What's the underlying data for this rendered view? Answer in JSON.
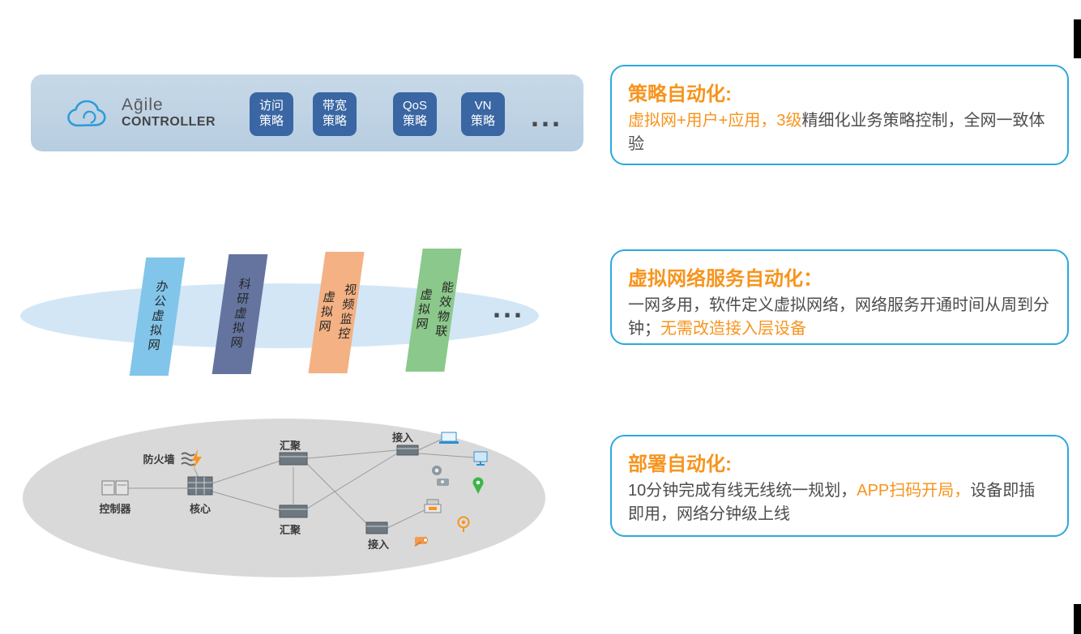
{
  "controller_bar": {
    "logo": {
      "line1": "Aḡile",
      "line2": "CONTROLLER"
    },
    "policies": [
      {
        "line1": "访问",
        "line2": "策略"
      },
      {
        "line1": "带宽",
        "line2": "策略"
      },
      {
        "line1": "QoS",
        "line2": "策略"
      },
      {
        "line1": "VN",
        "line2": "策略"
      }
    ],
    "ellipsis": "...",
    "colors": {
      "bar_bg": "#bfd3e4",
      "tile_bg": "#3a66a3",
      "tile_text": "#ffffff"
    }
  },
  "virtual_network_layer": {
    "planes": [
      {
        "name": "办公虚拟网",
        "columns": [
          "办公虚拟网"
        ],
        "color": "#82c5ea"
      },
      {
        "name": "科研虚拟网",
        "columns": [
          "科研虚拟网"
        ],
        "color": "#64749f"
      },
      {
        "name": "视频监控虚拟网",
        "columns": [
          "视频监控",
          "虚拟网"
        ],
        "color": "#f4b183"
      },
      {
        "name": "能效物联虚拟网",
        "columns": [
          "能效物联",
          "虚拟网"
        ],
        "color": "#8bc88b"
      }
    ],
    "ellipsis": "...",
    "colors": {
      "ellipse_bg": "#d2e6f6"
    }
  },
  "physical_network_layer": {
    "nodes": [
      {
        "label": "控制器"
      },
      {
        "label": "核心"
      },
      {
        "label": "防火墙"
      },
      {
        "label": "汇聚"
      },
      {
        "label": "汇聚"
      },
      {
        "label": "接入"
      },
      {
        "label": "接入"
      }
    ],
    "icons": [
      "controller-icon",
      "core-switch-icon",
      "firewall-icon",
      "aggregation-switch-icon",
      "access-switch-icon",
      "laptop-icon",
      "monitor-icon",
      "camera-icon",
      "webcam-icon",
      "location-pin-icon",
      "printer-icon",
      "ip-camera-icon",
      "dome-camera-icon"
    ],
    "colors": {
      "ellipse_bg": "#d9d9d9"
    }
  },
  "callouts": [
    {
      "title": "策略自动化:",
      "segments": [
        {
          "text": "虚拟网+用户+应用，3级",
          "highlight": true
        },
        {
          "text": "精细化业务策略控制，全网一致体验",
          "highlight": false
        }
      ]
    },
    {
      "title": "虚拟网络服务自动化：",
      "segments": [
        {
          "text": "一网多用，软件定义虚拟网络，网络服务开通时间从周到分钟；",
          "highlight": false
        },
        {
          "text": "无需改造接入层设备",
          "highlight": true
        }
      ]
    },
    {
      "title": "部署自动化:",
      "segments": [
        {
          "text": "10分钟完成有线无线统一规划，",
          "highlight": false
        },
        {
          "text": "APP扫码开局，",
          "highlight": true
        },
        {
          "text": "设备即插即用，网络分钟级上线",
          "highlight": false
        }
      ]
    }
  ],
  "colors": {
    "accent_orange": "#f7941e",
    "callout_border": "#2aa9dc",
    "body_text": "#4d4d4d"
  }
}
